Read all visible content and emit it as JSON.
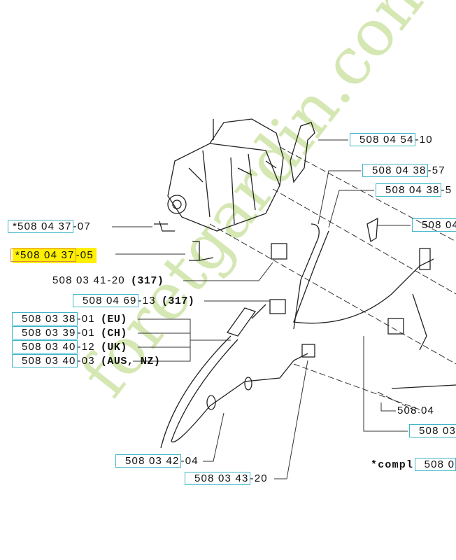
{
  "watermark": "foretgardin.com",
  "colors": {
    "highlight": "#ffef00",
    "link_box": "#3fb6c8",
    "watermark_green": "#c8e09a",
    "watermark_orange": "#f5c07a"
  },
  "labels": {
    "l1": {
      "prefix": "*",
      "part": "508 04 37",
      "suffix": "-07"
    },
    "l2": {
      "prefix": "*",
      "part": "508 04 37",
      "suffix": "-05"
    },
    "l3": {
      "part": "508 03 41",
      "suffix": "-20",
      "note": "(317)"
    },
    "l4": {
      "part": "508 04 69",
      "suffix": "-13",
      "note": "(317)"
    },
    "l5": {
      "part": "508 03 38",
      "suffix": "-01",
      "note": "(EU)"
    },
    "l6": {
      "part": "508 03 39",
      "suffix": "-01",
      "note": "(CH)"
    },
    "l7": {
      "part": "508 03 40",
      "suffix": "-12",
      "note": "(UK)"
    },
    "l8": {
      "part": "508 03 40",
      "suffix": "-03",
      "note": "(AUS, NZ)"
    },
    "r1": {
      "part": "508 04 54",
      "suffix": "-10"
    },
    "r2": {
      "part": "508 04 38",
      "suffix": "-57"
    },
    "r3": {
      "part": "508 04 38",
      "suffix": "-5"
    },
    "r4": {
      "part": "508 04"
    },
    "r5": {
      "part": "508 04"
    },
    "r6": {
      "part": "508 03"
    },
    "r7": {
      "prefix": "*compl",
      "part": "508 0"
    },
    "b1": {
      "part": "508 03 42",
      "suffix": "-04"
    },
    "b2": {
      "part": "508 03 43",
      "suffix": "-20"
    }
  }
}
